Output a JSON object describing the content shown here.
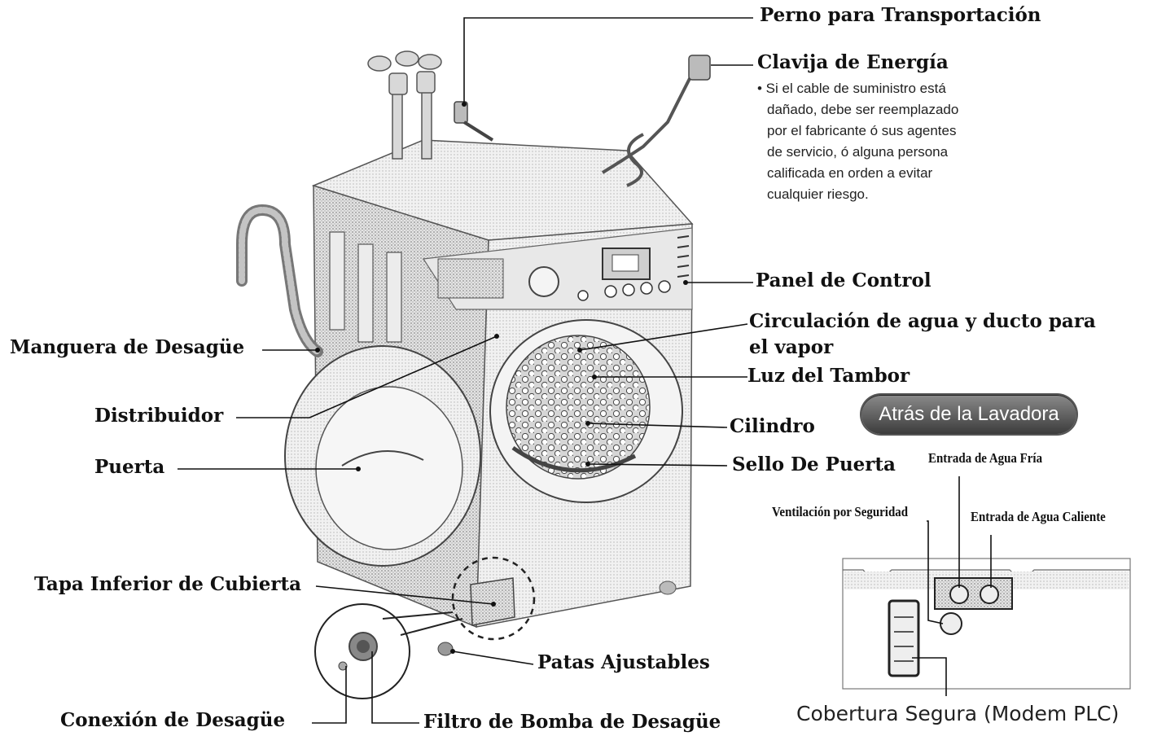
{
  "labels": {
    "transport_bolt": "Perno para Transportación",
    "power_plug": "Clavija de Energía",
    "control_panel": "Panel de Control",
    "water_circulation": "Circulación de agua y ducto para",
    "water_circulation_2": "el vapor",
    "drum_light": "Luz del Tambor",
    "drain_hose": "Manguera de Desagüe",
    "dispenser": "Distribuidor",
    "drum": "Cilindro",
    "door": "Puerta",
    "door_seal": "Sello De Puerta",
    "lower_cover": "Tapa Inferior de Cubierta",
    "adjustable_feet": "Patas Ajustables",
    "drain_connection": "Conexión de Desagüe",
    "drain_pump_filter": "Filtro de Bomba de Desagüe"
  },
  "power_note": [
    "• Si el cable de suministro está",
    "dañado, debe ser reemplazado",
    "por el fabricante ó sus agentes",
    "de servicio, ó alguna persona",
    "calificada en orden a evitar",
    "cualquier riesgo."
  ],
  "back_view": {
    "badge": "Atrás de la Lavadora",
    "cold_inlet": "Entrada de Agua Fría",
    "safety_vent": "Ventilación por Seguridad",
    "hot_inlet": "Entrada de Agua Caliente",
    "caption": "Cobertura Segura (Modem PLC)"
  },
  "colors": {
    "line": "#111111",
    "machine": "#d2d2d2",
    "badge": "#555555"
  }
}
